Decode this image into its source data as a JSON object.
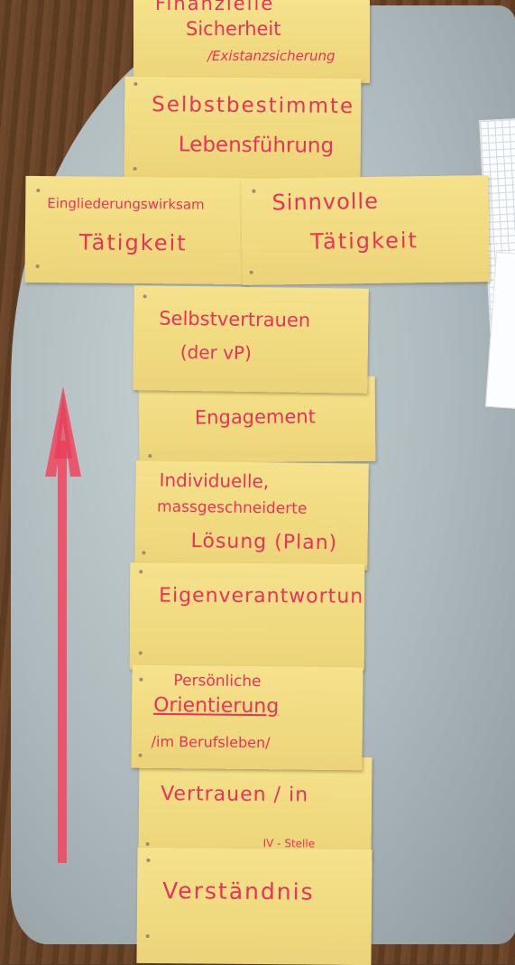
{
  "scene": {
    "description_colors": {
      "card": "#f3df86",
      "ink": "#e8315b",
      "arrow": "#f04a63",
      "table": "#b7c2c6"
    }
  },
  "cards": {
    "finanzielle": {
      "line1": "Finanzielle",
      "line2": "Sicherheit",
      "line3": "/Existanzsicherung"
    },
    "selbstbestimmte": {
      "line1": "Selbstbestimmte",
      "line2": "Lebensführung"
    },
    "eingliederung": {
      "line1": "Eingliederungswirksam",
      "line2": "Tätigkeit"
    },
    "sinnvolle": {
      "line1": "Sinnvolle",
      "line2": "Tätigkeit"
    },
    "selbstvertrauen": {
      "line1": "Selbstvertrauen",
      "line2": "(der vP)"
    },
    "engagement": {
      "line1": "Engagement"
    },
    "individuelle": {
      "line1": "Individuelle,",
      "line2": "massgeschneiderte",
      "line3": "Lösung (Plan)"
    },
    "eigenverantwortung": {
      "line1": "Eigenverantwortung"
    },
    "orientierung": {
      "line1": "Persönliche",
      "line2": "Orientierung",
      "line3": "/im Berufsleben/"
    },
    "vertrauen": {
      "line1": "Vertrauen / in",
      "line2": "IV - Stelle"
    },
    "verstaendnis": {
      "line1": "Verständnis"
    }
  }
}
